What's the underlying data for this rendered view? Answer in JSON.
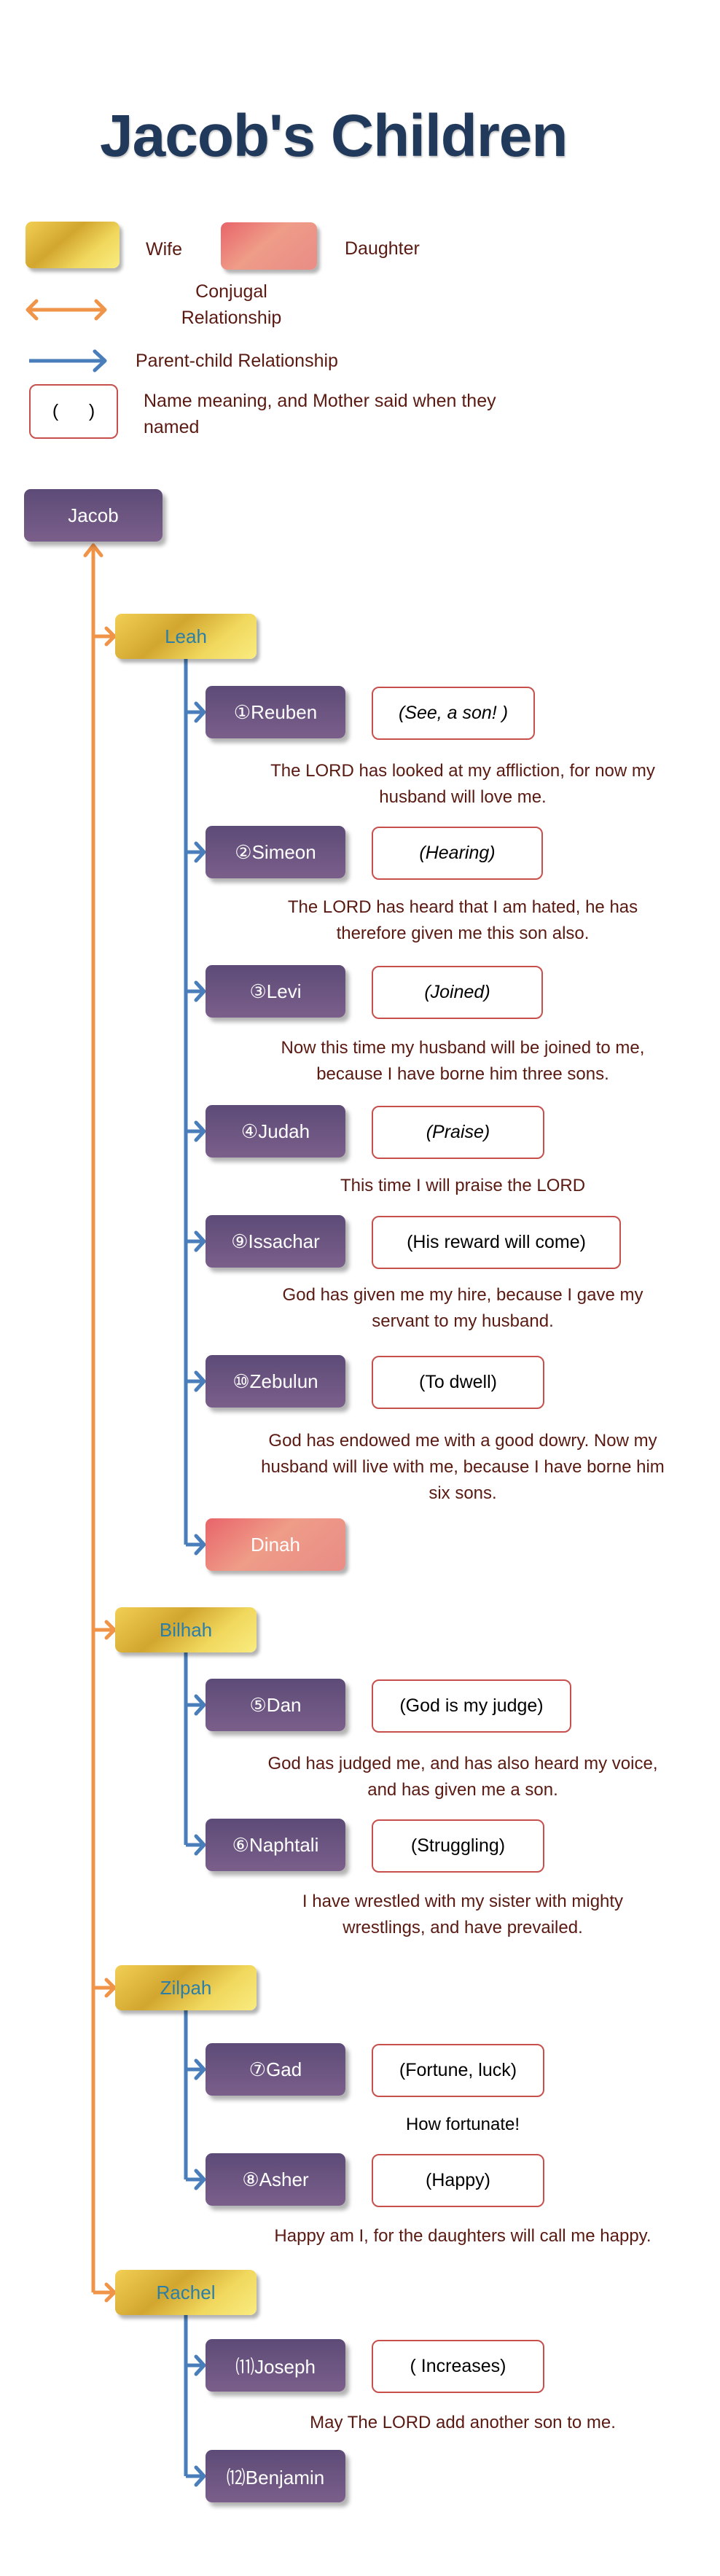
{
  "title": "Jacob's Children",
  "legend": {
    "wife": "Wife",
    "daughter": "Daughter",
    "conjugal": "Conjugal\nRelationship",
    "parent_child": "Parent-child Relationship",
    "name_box_sample": "(      )",
    "name_box_desc": "Name meaning, and Mother said when they\nnamed"
  },
  "colors": {
    "conjugal_arrow": "#f0944a",
    "parent_child_arrow": "#4a7ebb",
    "meaning_border": "#c8504c",
    "title": "#213a5c"
  },
  "tree": {
    "root": "Jacob",
    "wives": [
      {
        "name": "Leah",
        "children": [
          {
            "name": "①Reuben",
            "type": "son",
            "meaning": "(See, a son! )",
            "italic": true,
            "quote": "The LORD has looked at my affliction, for now my\nhusband will love me."
          },
          {
            "name": "②Simeon",
            "type": "son",
            "meaning": "(Hearing)",
            "italic": true,
            "quote": "The LORD has heard that I am hated, he has\ntherefore given me this son also."
          },
          {
            "name": "③Levi",
            "type": "son",
            "meaning": "(Joined)",
            "italic": true,
            "quote": "Now this time my husband will be joined to me,\nbecause I have borne him three sons."
          },
          {
            "name": "④Judah",
            "type": "son",
            "meaning": "(Praise)",
            "italic": true,
            "quote": "This time I will praise the LORD"
          },
          {
            "name": "⑨Issachar",
            "type": "son",
            "meaning": "(His reward will come)",
            "italic": false,
            "quote": "God has given me my hire, because I gave my\nservant to my husband."
          },
          {
            "name": "⑩Zebulun",
            "type": "son",
            "meaning": "(To dwell)",
            "italic": false,
            "quote": "God has endowed me with a good dowry. Now my\nhusband will live with me, because I have borne him\nsix sons."
          },
          {
            "name": "Dinah",
            "type": "daughter"
          }
        ]
      },
      {
        "name": "Bilhah",
        "children": [
          {
            "name": "⑤Dan",
            "type": "son",
            "meaning": "(God is my judge)",
            "italic": false,
            "quote": "God has judged me, and has also heard my voice,\nand has given me a son."
          },
          {
            "name": "⑥Naphtali",
            "type": "son",
            "meaning": "(Struggling)",
            "italic": false,
            "quote": "I have wrestled with my sister with mighty\nwrestlings, and have prevailed."
          }
        ]
      },
      {
        "name": "Zilpah",
        "children": [
          {
            "name": "⑦Gad",
            "type": "son",
            "meaning": "(Fortune, luck)",
            "italic": false,
            "quote": "How fortunate!"
          },
          {
            "name": "⑧Asher",
            "type": "son",
            "meaning": "(Happy)",
            "italic": false,
            "quote": "Happy am I, for the daughters will call me happy."
          }
        ]
      },
      {
        "name": "Rachel",
        "children": [
          {
            "name": "⑾Joseph",
            "type": "son",
            "meaning": "( Increases)",
            "italic": false,
            "quote": "May The LORD add another son to me."
          },
          {
            "name": "⑿Benjamin",
            "type": "son"
          }
        ]
      }
    ]
  }
}
